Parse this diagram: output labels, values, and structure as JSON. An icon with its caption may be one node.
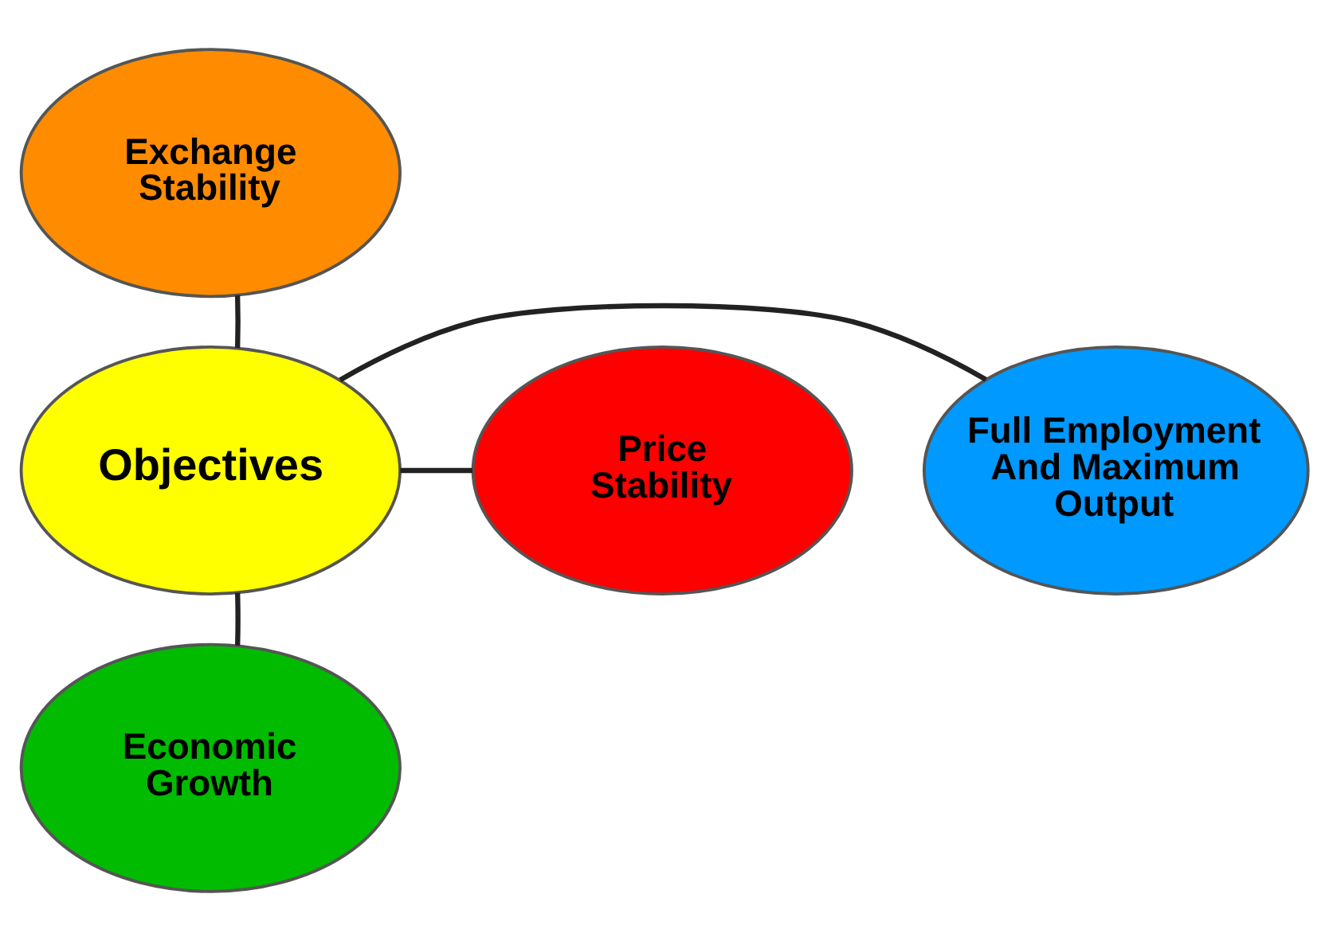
{
  "diagram": {
    "nodes": [
      {
        "text": [
          "Exchange Stability"
        ]
      },
      {
        "text": [
          "Price Stability"
        ]
      },
      {
        "text": [
          "Objectives"
        ]
      },
      {
        "text": [
          "Full Employment And Maximum Output"
        ]
      },
      {
        "text": [
          "Economic Growth"
        ]
      }
    ],
    "edges": [
      {
        "from": 2,
        "to": 0,
        "arrow": "none"
      },
      {
        "from": 2,
        "to": 1,
        "arrow": "none"
      },
      {
        "from": 2,
        "to": 3,
        "arrow": "none"
      },
      {
        "from": 2,
        "to": 4,
        "arrow": "none"
      }
    ]
  }
}
